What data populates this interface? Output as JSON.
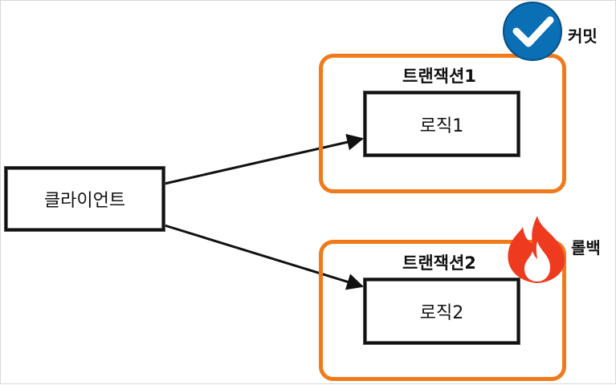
{
  "client": {
    "label": "클라이언트"
  },
  "transactions": [
    {
      "title": "트랜잭션1",
      "logic": "로직1",
      "result": "커밋",
      "result_icon": "checkmark-circle-icon",
      "color": "#f07a1a"
    },
    {
      "title": "트랜잭션2",
      "logic": "로직2",
      "result": "롤백",
      "result_icon": "fire-icon",
      "color": "#f07a1a"
    }
  ],
  "colors": {
    "check_blue": "#0a6fb5",
    "fire_red": "#ee3b1f",
    "frame_orange": "#f07a1a"
  }
}
